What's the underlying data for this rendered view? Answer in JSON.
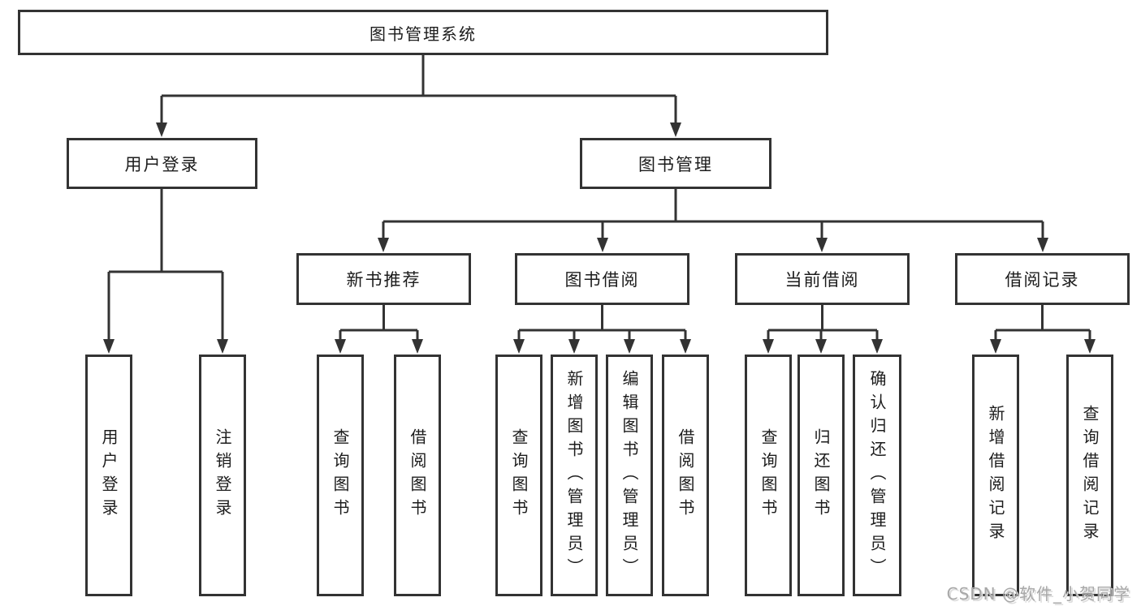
{
  "tree": {
    "label": "图书管理系统",
    "children": [
      {
        "label": "用户登录",
        "children": [
          {
            "label": "用户登录"
          },
          {
            "label": "注销登录"
          }
        ]
      },
      {
        "label": "图书管理",
        "children": [
          {
            "label": "新书推荐",
            "children": [
              {
                "label": "查询图书"
              },
              {
                "label": "借阅图书"
              }
            ]
          },
          {
            "label": "图书借阅",
            "children": [
              {
                "label": "查询图书"
              },
              {
                "label": "新增图书（管理员）"
              },
              {
                "label": "编辑图书（管理员）"
              },
              {
                "label": "借阅图书"
              }
            ]
          },
          {
            "label": "当前借阅",
            "children": [
              {
                "label": "查询图书"
              },
              {
                "label": "归还图书"
              },
              {
                "label": "确认归还（管理员）"
              }
            ]
          },
          {
            "label": "借阅记录",
            "children": [
              {
                "label": "新增借阅记录"
              },
              {
                "label": "查询借阅记录"
              }
            ]
          }
        ]
      }
    ]
  },
  "watermark": {
    "text": "CSDN @软件_小贺同学"
  },
  "colors": {
    "line": "#333333",
    "text": "#1c1c1c",
    "watermark": "#a8a8a8",
    "background": "#ffffff"
  }
}
